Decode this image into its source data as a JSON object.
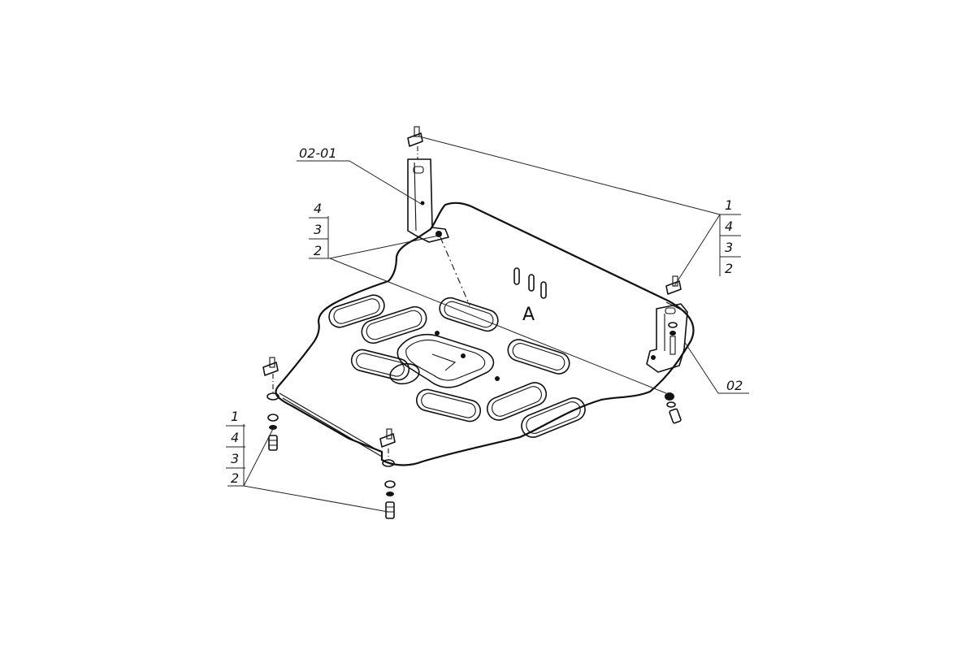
{
  "callouts": {
    "bracket_top": "02-01",
    "plate": "02",
    "stack_left_mid": [
      "4",
      "3",
      "2"
    ],
    "stack_right": [
      "1",
      "4",
      "3",
      "2"
    ],
    "stack_left_bottom": [
      "1",
      "4",
      "3",
      "2"
    ]
  },
  "plate_marking": "A"
}
